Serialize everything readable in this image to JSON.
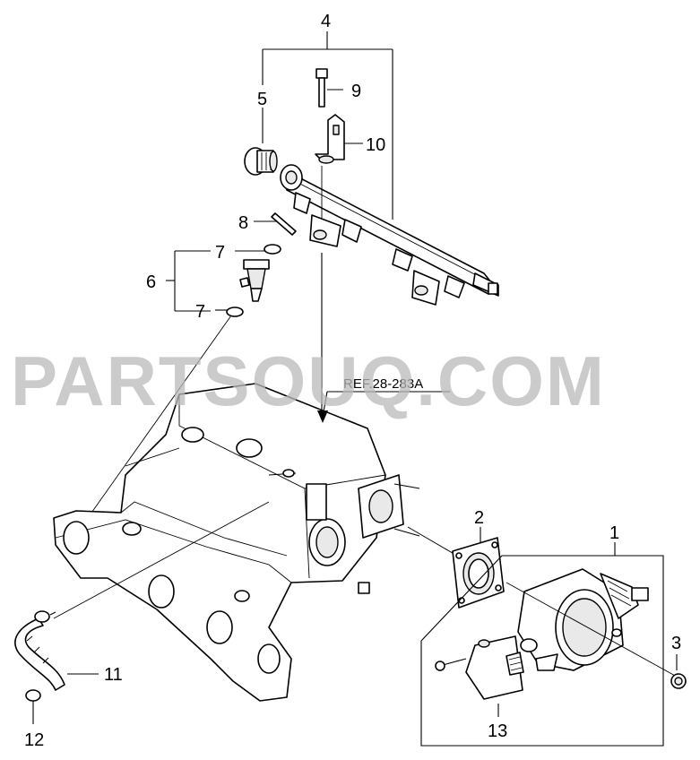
{
  "watermark": "PARTSOUQ.COM",
  "reference_label": "REF.28-283A",
  "callouts": {
    "c1": "1",
    "c2": "2",
    "c3": "3",
    "c4": "4",
    "c5": "5",
    "c6": "6",
    "c7a": "7",
    "c7b": "7",
    "c8": "8",
    "c9": "9",
    "c10": "10",
    "c11": "11",
    "c12": "12",
    "c13": "13"
  }
}
